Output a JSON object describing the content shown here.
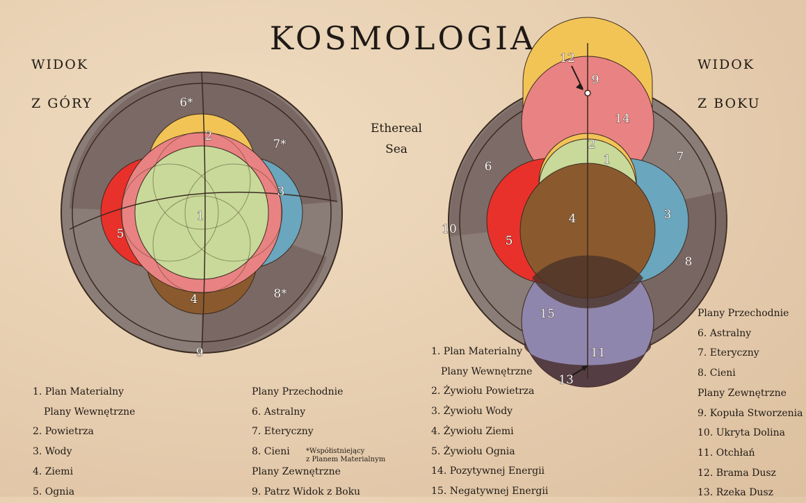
{
  "title": "KOSMOLOGIA",
  "top_view": {
    "header_line1": "WIDOK",
    "header_line2": "Z GÓRY",
    "labels": {
      "l1": "1",
      "l2": "2",
      "l3": "3",
      "l4": "4",
      "l5": "5",
      "l6": "6*",
      "l7": "7*",
      "l8": "8*",
      "l9": "9"
    }
  },
  "side_view": {
    "header_line1": "WIDOK",
    "header_line2": "Z BOKU",
    "labels": {
      "l1": "1",
      "l2": "2",
      "l3": "3",
      "l4": "4",
      "l5": "5",
      "l6": "6",
      "l7": "7",
      "l8": "8",
      "l9": "9",
      "l10": "10",
      "l11": "11",
      "l12": "12",
      "l13": "13",
      "l14": "14",
      "l15": "15"
    }
  },
  "sea_label": {
    "line1": "Ethereal",
    "line2": "Sea"
  },
  "legend_col1": [
    "1. Plan Materialny",
    "Plany Wewnętrzne",
    "2. Powietrza",
    "3. Wody",
    "4. Ziemi",
    "5. Ognia"
  ],
  "legend_col2": [
    "Plany Przechodnie",
    "6. Astralny",
    "7. Eteryczny",
    "8. Cieni",
    "Plany Zewnętrzne",
    "9. Patrz Widok z Boku"
  ],
  "footnote": {
    "line1": "*Współistniejący",
    "line2": "z Planem Materialnym"
  },
  "legend_col3": [
    "1. Plan Materialny",
    "Plany Wewnętrzne",
    "2. Żywiołu Powietrza",
    "3. Żywiołu Wody",
    "4. Żywiołu Ziemi",
    "5. Żywiołu Ognia",
    "14. Pozytywnej Energii",
    "15. Negatywnej Energii"
  ],
  "legend_col4": [
    "Plany Przechodnie",
    "6. Astralny",
    "7. Eteryczny",
    "8. Cieni",
    "Plany Zewnętrzne",
    "9. Kopuła Stworzenia",
    "10. Ukryta Dolina",
    "11. Otchłań",
    "12. Brama Dusz",
    "13. Rzeka Dusz"
  ],
  "colors": {
    "outer": "#8a7c77",
    "shadow": "#6d5855",
    "air": "#f2c456",
    "water": "#6aa6bd",
    "fire": "#e8312a",
    "earth": "#8a5a2e",
    "material": "#c8d99a",
    "positive": "#e98282",
    "negative": "#8f86ad"
  }
}
